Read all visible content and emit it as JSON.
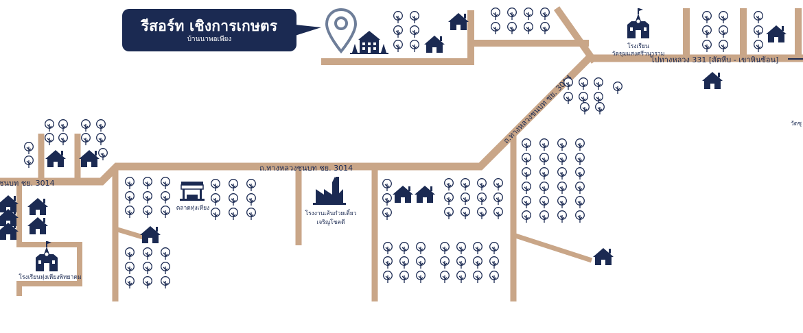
{
  "title": {
    "main": "รีสอร์ท เชิงการเกษตร",
    "sub": "บ้านนาพอเพียง"
  },
  "roads": {
    "main_horizontal": "ถ.ทางหลวงชนบท ชย. 3014",
    "diagonal": "ถ.ทางหลวงชนบท ชย. 3014",
    "left_edge": "ชนบท ชย. 3014",
    "highway": "ไปทางหลวง 331 [สัตหีบ - เขาหินซ้อน]"
  },
  "places": {
    "school_top": [
      "โรงเรียน",
      "วัดชุมแสงศรีวนาราม"
    ],
    "school_bottom": "โรงเรียนทุ่งเหียงพิทยาคม",
    "market": "ตลาดทุ่งเหียง",
    "factory": [
      "โรงงานเส้นก๋วยเตี๋ยว",
      "เจริญโชคดี"
    ],
    "temple_right": "วัดชุ"
  },
  "colors": {
    "road": "#c9a688",
    "ink": "#1b2a52",
    "background": "#ffffff"
  },
  "icons": {
    "location_pin": "map-pin-icon",
    "resort": "resort-building-icon",
    "house": "house-icon",
    "tree": "tree-icon",
    "school": "school-icon",
    "market": "market-stall-icon",
    "factory": "factory-icon",
    "arrow": "arrow-right-icon"
  }
}
